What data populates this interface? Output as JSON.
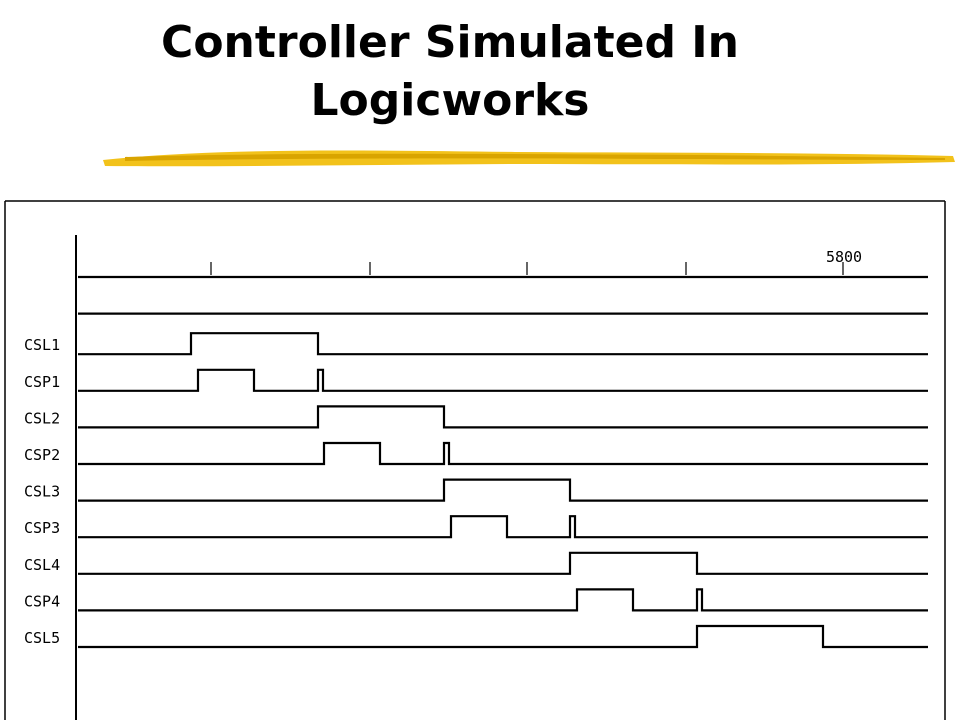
{
  "slide": {
    "title_line1": "Controller Simulated In",
    "title_line2": "Logicworks"
  },
  "colors": {
    "highlight": "#f2c21b",
    "highlight_dark": "#d9a400",
    "ink": "#000000"
  },
  "timing": {
    "time_marker_label": "5800",
    "signals": [
      {
        "name": "",
        "transitions": [],
        "initial": 0
      },
      {
        "name": "",
        "transitions": [],
        "initial": 0
      },
      {
        "name": "CSL1",
        "transitions": [
          191,
          318
        ],
        "initial": 0
      },
      {
        "name": "CSP1",
        "transitions": [
          198,
          254,
          318,
          323
        ],
        "initial": 0
      },
      {
        "name": "CSL2",
        "transitions": [
          318,
          444
        ],
        "initial": 0
      },
      {
        "name": "CSP2",
        "transitions": [
          324,
          380,
          444,
          449
        ],
        "initial": 0
      },
      {
        "name": "CSL3",
        "transitions": [
          444,
          570
        ],
        "initial": 0
      },
      {
        "name": "CSP3",
        "transitions": [
          451,
          507,
          570,
          575
        ],
        "initial": 0
      },
      {
        "name": "CSL4",
        "transitions": [
          570,
          697
        ],
        "initial": 0
      },
      {
        "name": "CSP4",
        "transitions": [
          577,
          633,
          697,
          702
        ],
        "initial": 0
      },
      {
        "name": "CSL5",
        "transitions": [
          697,
          823
        ],
        "initial": 0
      }
    ]
  }
}
